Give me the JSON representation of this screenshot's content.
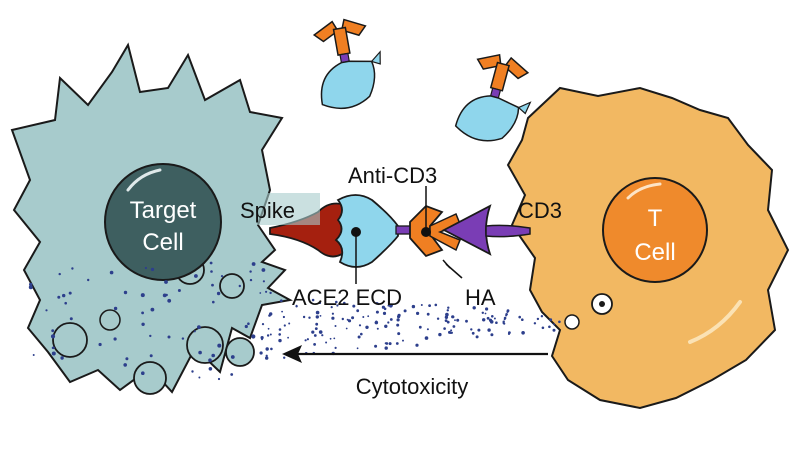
{
  "target_cell": {
    "label_line1": "Target",
    "label_line2": "Cell"
  },
  "t_cell": {
    "label_line1": "T",
    "label_line2": "Cell"
  },
  "labels": {
    "spike": "Spike",
    "anti_cd3": "Anti-CD3",
    "cd3": "CD3",
    "ace2_ecd": "ACE2 ECD",
    "ha": "HA",
    "cytotoxicity": "Cytotoxicity"
  },
  "colors": {
    "target_cell_body": "#a7cbcc",
    "target_nucleus": "#3e5f60",
    "t_cell_body": "#f2b862",
    "t_nucleus": "#ef8a2c",
    "spike": "#a5200f",
    "ace2": "#8fd6ec",
    "anti_cd3": "#f07f22",
    "cd3": "#7a3db5",
    "granule": "#2d3f8c",
    "outline": "#1a1a1a"
  }
}
